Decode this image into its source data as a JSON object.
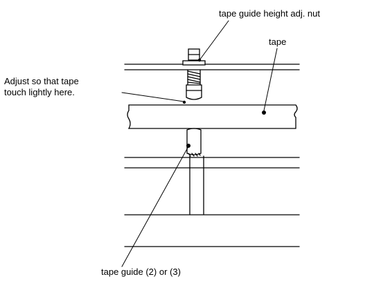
{
  "labels": {
    "nut": "tape guide height adj. nut",
    "tape": "tape",
    "adjust_line1": "Adjust so that tape",
    "adjust_line2": "touch lightly here.",
    "guide": "tape guide (2) or (3)"
  },
  "colors": {
    "ink": "#000000",
    "background": "#ffffff"
  }
}
